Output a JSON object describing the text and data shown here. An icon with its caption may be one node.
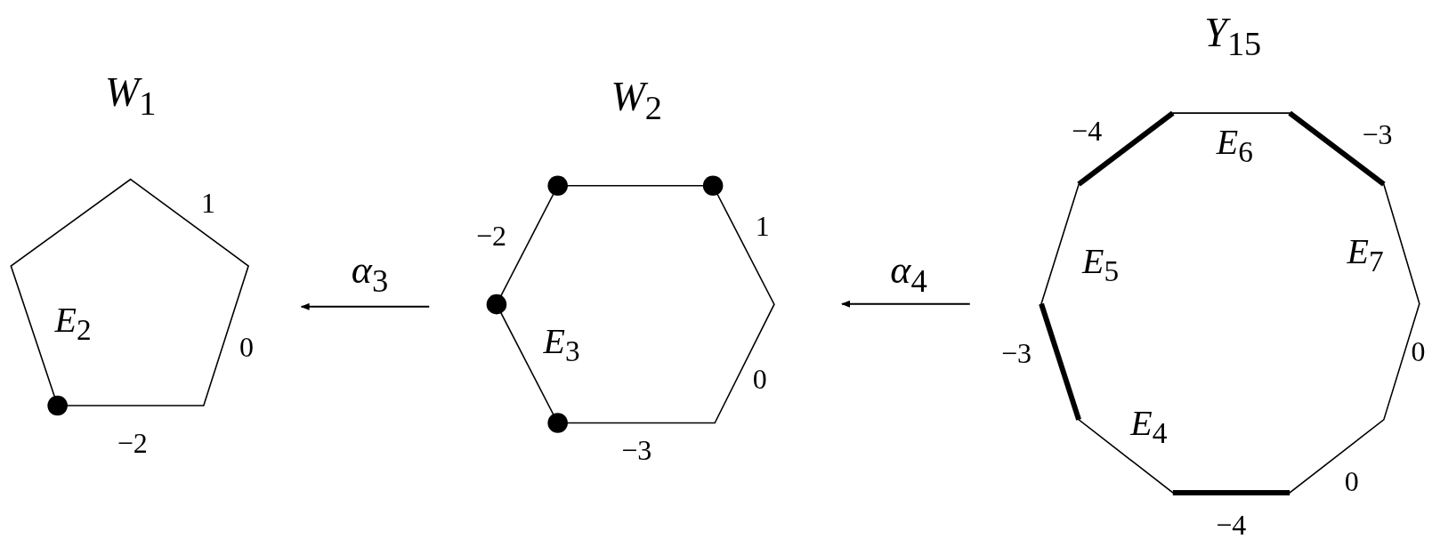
{
  "diagram": {
    "nodes": [
      {
        "text": [
          "*W*$_{1}$",
          "*E*$_{2}$"
        ],
        "beside": [
          "1",
          "0",
          "−2"
        ]
      },
      {
        "text": [
          "*W*$_{2}$",
          "*E*$_{3}$"
        ],
        "beside": [
          "−2",
          "1",
          "0",
          "−3"
        ]
      },
      {
        "text": [
          "*Y*$_{15}$",
          "*E*$_{6}$",
          "*E*$_{5}$",
          "*E*$_{7}$",
          "*E*$_{4}$"
        ],
        "beside": [
          "−4",
          "−3",
          "−3",
          "0",
          "0",
          "−4"
        ]
      }
    ],
    "edges": [
      {
        "from": 1,
        "to": 0,
        "arrow": "to",
        "label": "*α*$_{3}$"
      },
      {
        "from": 2,
        "to": 1,
        "arrow": "to",
        "label": "*α*$_{4}$"
      }
    ]
  }
}
